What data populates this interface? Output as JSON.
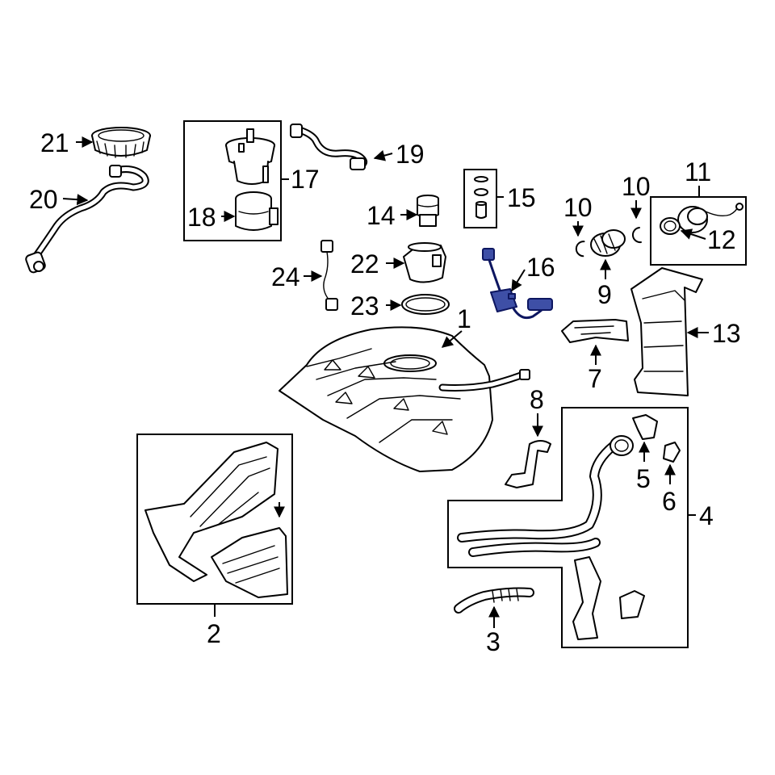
{
  "accent_color": "#3e4fa6",
  "callouts": {
    "c1": "1",
    "c2": "2",
    "c3": "3",
    "c4": "4",
    "c5": "5",
    "c6": "6",
    "c7": "7",
    "c8": "8",
    "c9": "9",
    "c10a": "10",
    "c10b": "10",
    "c11": "11",
    "c12": "12",
    "c13": "13",
    "c14": "14",
    "c15": "15",
    "c16": "16",
    "c17": "17",
    "c18": "18",
    "c19": "19",
    "c20": "20",
    "c21": "21",
    "c22": "22",
    "c23": "23",
    "c24": "24"
  }
}
